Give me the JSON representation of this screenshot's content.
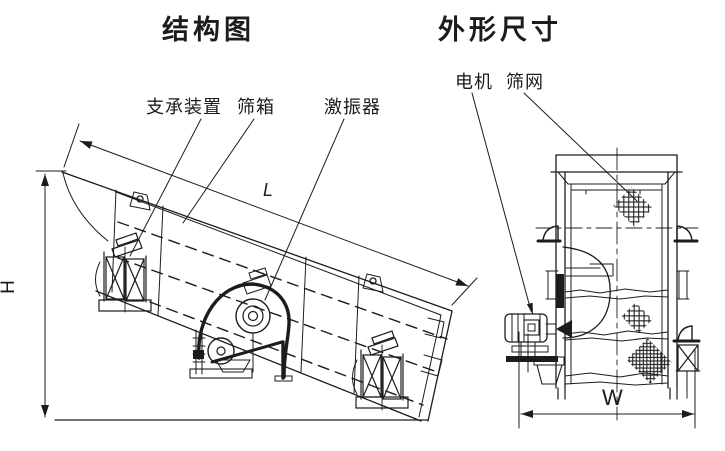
{
  "page": {
    "background": "#ffffff",
    "ink": "#1c1c1c"
  },
  "structure_view": {
    "title": "结构图",
    "callouts": {
      "support": "支承装置",
      "screen_box": "筛箱",
      "exciter": "激振器"
    },
    "dimensions": {
      "length": "L",
      "height": "H"
    }
  },
  "outline_view": {
    "title": "外形尺寸",
    "callouts": {
      "motor": "电机",
      "mesh": "筛网"
    },
    "dimensions": {
      "width": "W"
    }
  }
}
